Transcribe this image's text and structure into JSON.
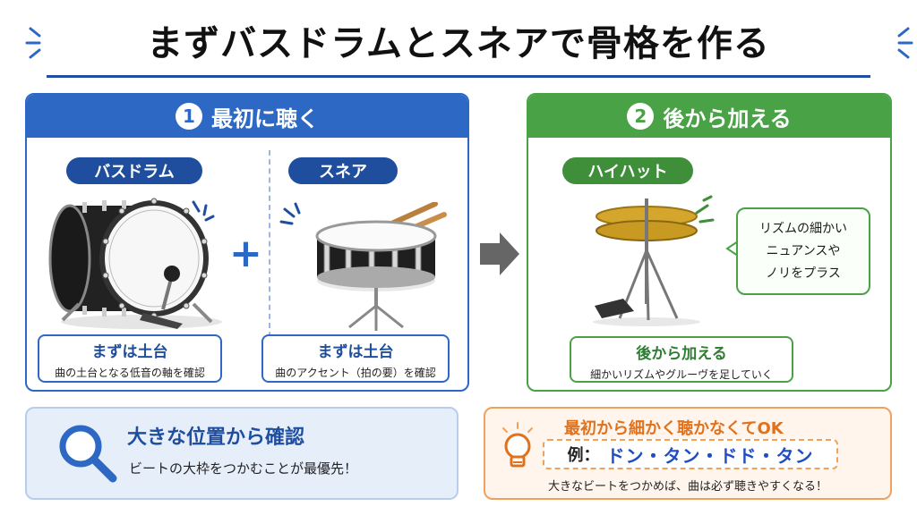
{
  "title": "まずバスドラムとスネアで骨格を作る",
  "panel1": {
    "number": "1",
    "heading": "最初に聴く",
    "bass": {
      "label": "バスドラム",
      "caption_title": "まずは土台",
      "caption_text": "曲の土台となる低音の軸を確認"
    },
    "plus": "+",
    "snare": {
      "label": "スネア",
      "caption_title": "まずは土台",
      "caption_text": "曲のアクセント（拍の要）を確認"
    }
  },
  "panel2": {
    "number": "2",
    "heading": "後から加える",
    "hihat": {
      "label": "ハイハット",
      "caption_title": "後から加える",
      "caption_text": "細かいリズムやグルーヴを足していく"
    },
    "bubble": [
      "リズムの細かい",
      "ニュアンスや",
      "ノリをプラス"
    ]
  },
  "bottom_left": {
    "heading": "大きな位置から確認",
    "text": "ビートの大枠をつかむことが最優先！"
  },
  "bottom_right": {
    "heading": "最初から細かく聴かなくてOK",
    "example_label": "例：",
    "example_pattern": "ドン・タン・ドド・タン",
    "text": "大きなビートをつかめば、曲は必ず聴きやすくなる！"
  },
  "icons": [
    "magnifier-icon",
    "lightbulb-icon",
    "arrow-right-icon",
    "bass-drum-illustration",
    "snare-drum-illustration",
    "hihat-illustration"
  ],
  "colors": {
    "blue": "#2d68c4",
    "navy": "#1f4e9e",
    "green": "#4aa247",
    "orange": "#e0711d"
  }
}
